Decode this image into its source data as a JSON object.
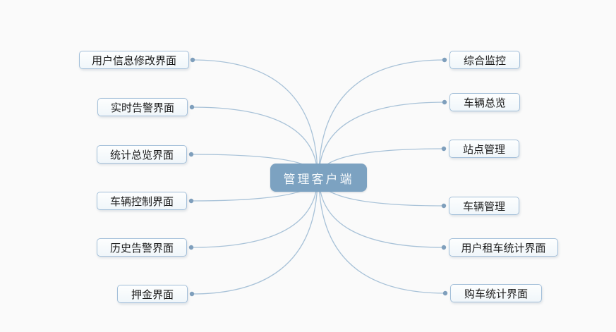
{
  "diagram": {
    "type": "mindmap",
    "center": {
      "label": "管理客户端"
    },
    "left_nodes": [
      {
        "label": "用户信息修改界面"
      },
      {
        "label": "实时告警界面"
      },
      {
        "label": "统计总览界面"
      },
      {
        "label": "车辆控制界面"
      },
      {
        "label": "历史告警界面"
      },
      {
        "label": "押金界面"
      }
    ],
    "right_nodes": [
      {
        "label": "综合监控"
      },
      {
        "label": "车辆总览"
      },
      {
        "label": "站点管理"
      },
      {
        "label": "车辆管理"
      },
      {
        "label": "用户租车统计界面"
      },
      {
        "label": "购车统计界面"
      }
    ]
  },
  "colors": {
    "background": "#FAFAFA",
    "center_fill": "#7CA2C1",
    "center_text": "#F7FAFC",
    "leaf_border": "#A3BFD9",
    "leaf_fill_top": "#FDFEFE",
    "leaf_fill_bottom": "#F0F6FA",
    "leaf_text": "#1A1A1A",
    "connector_line": "#A8C2D8",
    "connector_dot": "#7F9FBC"
  }
}
